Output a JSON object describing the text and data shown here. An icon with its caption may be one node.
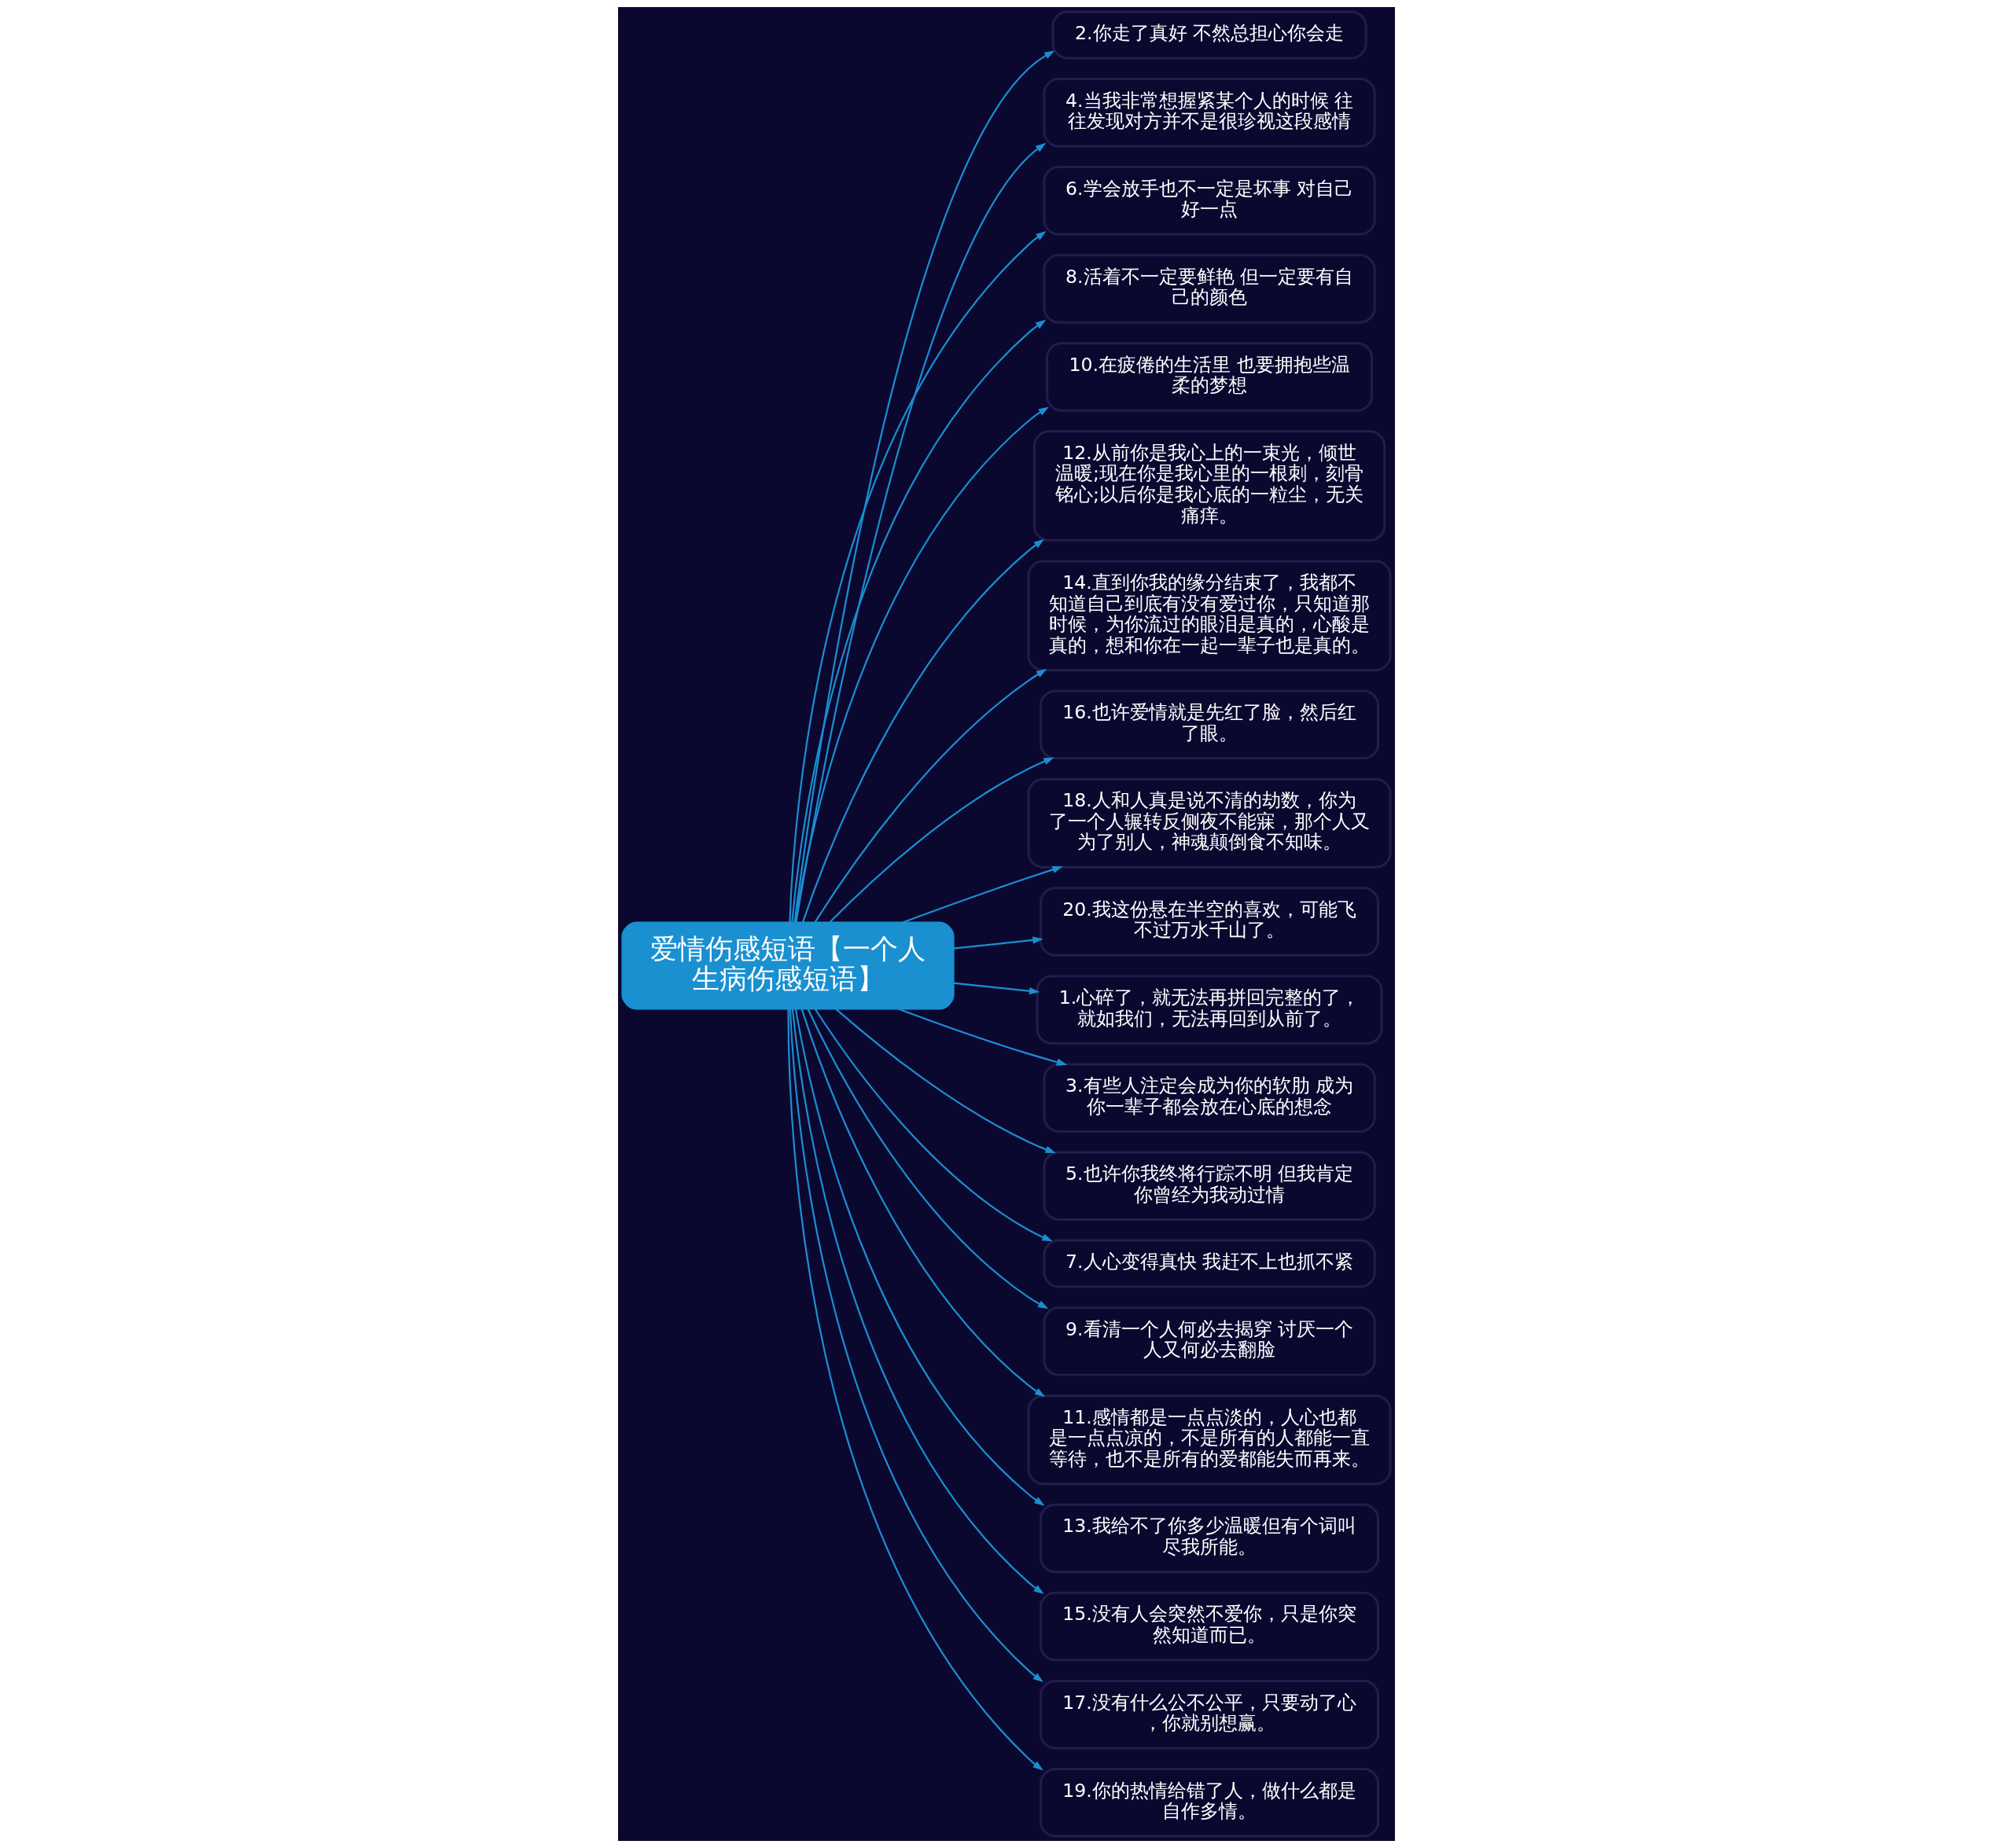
{
  "diagram": {
    "nodes": [
      {
        "text": [
          "爱情伤感短语【一个人生病伤感短语】"
        ]
      },
      {
        "text": [
          "2.你走了真好 不然总担心你会走"
        ]
      },
      {
        "text": [
          "4.当我非常想握紧某个人的时候 往往发现对方并不是很珍视这段感情"
        ]
      },
      {
        "text": [
          "6.学会放手也不一定是坏事 对自己好一点"
        ]
      },
      {
        "text": [
          "8.活着不一定要鲜艳 但一定要有自己的颜色"
        ]
      },
      {
        "text": [
          "10.在疲倦的生活里 也要拥抱些温柔的梦想"
        ]
      },
      {
        "text": [
          "12.从前你是我心上的一束光，倾世温暖;现在你是我心里的一根刺，刻骨铭心;以后你是我心底的一粒尘，无关痛痒。"
        ]
      },
      {
        "text": [
          "14.直到你我的缘分结束了，我都不知道自己到底有没有爱过你，只知道那时候，为你流过的眼泪是真的，心酸是真的，想和你在一起一辈子也是真的。"
        ]
      },
      {
        "text": [
          "16.也许爱情就是先红了脸，然后红了眼。"
        ]
      },
      {
        "text": [
          "18.人和人真是说不清的劫数，你为了一个人辗转反侧夜不能寐，那个人又为了别人，神魂颠倒食不知味。"
        ]
      },
      {
        "text": [
          "20.我这份悬在半空的喜欢，可能飞不过万水千山了。"
        ]
      },
      {
        "text": [
          "1.心碎了，就无法再拼回完整的了，就如我们，无法再回到从前了。"
        ]
      },
      {
        "text": [
          "3.有些人注定会成为你的软肋 成为你一辈子都会放在心底的想念"
        ]
      },
      {
        "text": [
          "5.也许你我终将行踪不明 但我肯定你曾经为我动过情"
        ]
      },
      {
        "text": [
          "7.人心变得真快 我赶不上也抓不紧"
        ]
      },
      {
        "text": [
          "9.看清一个人何必去揭穿 讨厌一个人又何必去翻脸"
        ]
      },
      {
        "text": [
          "11.感情都是一点点淡的，人心也都是一点点凉的，不是所有的人都能一直等待，也不是所有的爱都能失而再来。"
        ]
      },
      {
        "text": [
          "13.我给不了你多少温暖但有个词叫尽我所能。"
        ]
      },
      {
        "text": [
          "15.没有人会突然不爱你，只是你突然知道而已。"
        ]
      },
      {
        "text": [
          "17.没有什么公不公平，只要动了心，你就别想赢。"
        ]
      },
      {
        "text": [
          "19.你的热情给错了人，做什么都是自作多情。"
        ]
      }
    ],
    "edges": [
      {
        "from": 0,
        "to": 1,
        "arrow": "to"
      },
      {
        "from": 0,
        "to": 2,
        "arrow": "to"
      },
      {
        "from": 0,
        "to": 3,
        "arrow": "to"
      },
      {
        "from": 0,
        "to": 4,
        "arrow": "to"
      },
      {
        "from": 0,
        "to": 5,
        "arrow": "to"
      },
      {
        "from": 0,
        "to": 6,
        "arrow": "to"
      },
      {
        "from": 0,
        "to": 7,
        "arrow": "to"
      },
      {
        "from": 0,
        "to": 8,
        "arrow": "to"
      },
      {
        "from": 0,
        "to": 9,
        "arrow": "to"
      },
      {
        "from": 0,
        "to": 10,
        "arrow": "to"
      },
      {
        "from": 0,
        "to": 11,
        "arrow": "to"
      },
      {
        "from": 0,
        "to": 12,
        "arrow": "to"
      },
      {
        "from": 0,
        "to": 13,
        "arrow": "to"
      },
      {
        "from": 0,
        "to": 14,
        "arrow": "to"
      },
      {
        "from": 0,
        "to": 15,
        "arrow": "to"
      },
      {
        "from": 0,
        "to": 16,
        "arrow": "to"
      },
      {
        "from": 0,
        "to": 17,
        "arrow": "to"
      },
      {
        "from": 0,
        "to": 18,
        "arrow": "to"
      },
      {
        "from": 0,
        "to": 19,
        "arrow": "to"
      },
      {
        "from": 0,
        "to": 20,
        "arrow": "to"
      }
    ]
  }
}
